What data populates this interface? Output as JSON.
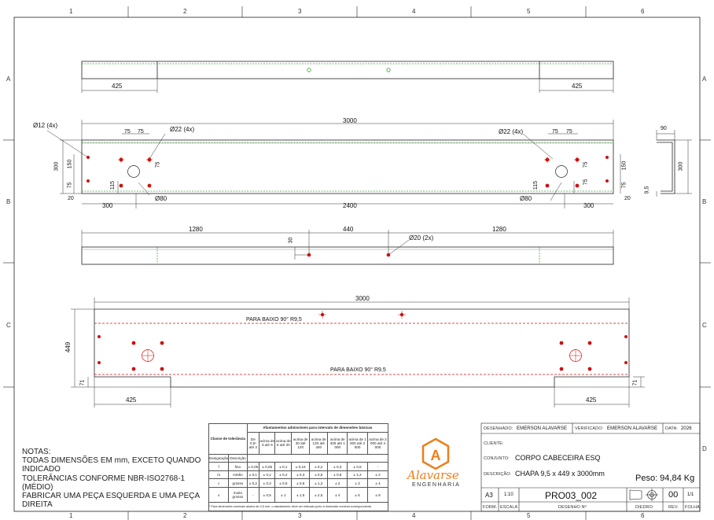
{
  "sheet": {
    "col_markers": [
      "1",
      "2",
      "3",
      "4",
      "5",
      "6"
    ],
    "row_markers": [
      "A",
      "B",
      "C",
      "D"
    ]
  },
  "view_top": {
    "dim_left": "425",
    "dim_right": "425"
  },
  "view_front": {
    "dim_total": "3000",
    "dim_300": "300",
    "dim_150_left": "150",
    "dim_75_a": "75",
    "dim_75_b": "75",
    "dim_75_v1": "75",
    "dim_75_v2": "75",
    "dim_115": "115",
    "dim_20_left": "20",
    "dim_300_bottom_left": "300",
    "dim_2400": "2400",
    "dim_300_bottom_right": "300",
    "dim_20_right": "20",
    "callout_hole12": "Ø12 (4x)",
    "callout_hole22_left": "Ø22 (4x)",
    "callout_hole22_right": "Ø22 (4x)",
    "callout_80_left": "Ø80",
    "callout_80_right": "Ø80",
    "r_dim_75_a": "75",
    "r_dim_75_b": "75",
    "r_dim_75_v1": "75",
    "r_dim_75_v2": "75",
    "r_dim_115": "115",
    "r_dim_150": "150",
    "r_dim_75_v3": "75"
  },
  "view_side": {
    "dim_90": "90",
    "dim_300": "300",
    "dim_9_5": "9,5"
  },
  "view_bottom": {
    "dim_1280_left": "1280",
    "dim_440": "440",
    "dim_1280_right": "1280",
    "dim_30": "30",
    "callout_hole20": "Ø20 (2x)"
  },
  "view_flat": {
    "dim_3000": "3000",
    "dim_449": "449",
    "bend_top": "PARA BAIXO 90° R9,5",
    "bend_bottom": "PARA BAIXO 90° R9,5",
    "dim_71_left": "71",
    "dim_71_right": "71",
    "dim_425_left": "425",
    "dim_425_right": "425"
  },
  "notes": [
    "NOTAS:",
    "TODAS DIMENSÕES EM mm, EXCETO QUANDO INDICADO",
    "TOLERÂNCIAS CONFORME NBR-ISO2768-1 (MÉDIO)",
    "FABRICAR UMA PEÇA ESQUERDA E UMA PEÇA DIREITA"
  ],
  "tolerance_table": {
    "title": "Afastamentos admissíveis  para intervalo de dimensões básicas",
    "class_header": "Classe de tolerância",
    "designation": "Designação",
    "description": "Descrição",
    "range_headers": [
      "De 0,5¹ até 3",
      "acima de 3 até 6",
      "acima de 6 até 30",
      "acima de 30 até 120",
      "acima de 120 até 400",
      "acima de 400 até 1 000",
      "acima de 1 000 até 2 000",
      "acima de 2 000 até 4 000"
    ],
    "rows": [
      {
        "d": "f",
        "desc": "fino",
        "v": [
          "± 0,05",
          "± 0,05",
          "± 0,1",
          "± 0,15",
          "± 0,2",
          "± 0,3",
          "± 0,5",
          "-"
        ]
      },
      {
        "d": "m",
        "desc": "médio",
        "v": [
          "± 0,1",
          "± 0,1",
          "± 0,2",
          "± 0,3",
          "± 0,5",
          "± 0,8",
          "± 1,2",
          "± 2"
        ]
      },
      {
        "d": "c",
        "desc": "grosso",
        "v": [
          "± 0,2",
          "± 0,3",
          "± 0,5",
          "± 0,8",
          "± 1,2",
          "± 2",
          "± 3",
          "± 4"
        ]
      },
      {
        "d": "v",
        "desc": "muito grosso",
        "v": [
          "-",
          "± 0,5",
          "± 1",
          "± 1,5",
          "± 2,5",
          "± 4",
          "± 6",
          "± 8"
        ]
      }
    ],
    "footnote": "¹ Para dimensões nominais abaixo de 0,5 mm, o afastamento deve ser indicado junto à dimensão nominal correspondente."
  },
  "logo": {
    "brand": "Alavarse",
    "sub": "ENGENHARIA",
    "letter": "A",
    "color": "#f07d1a"
  },
  "title_block": {
    "desenhado_label": "DESENHADO:",
    "desenhado": "EMERSON ALAVARSE",
    "verificado_label": "VERIFICADO:",
    "verificado": "EMERSON ALAVARSE",
    "data_label": "DATA:",
    "data": "2026",
    "cliente_label": "CLIENTE:",
    "conjunto_label": "CONJUNTO:",
    "conjunto": "CORPO CABECEIRA ESQ",
    "descricao_label": "DESCRIÇÃO:",
    "descricao": "CHAPA 9,5 x 449 x 3000mm",
    "peso": "Peso: 94,84 Kg",
    "formato": "A3",
    "escala": "1:10",
    "desenho_no": "PRO03_002",
    "rev": "00",
    "folha": "1/1",
    "form_label": "FORM.",
    "escala_label": "ESCALA",
    "desenho_label": "DESENHO Nº",
    "diedro_label": "DIEDRO",
    "rev_label": "REV.",
    "folha_label": "FOLHA"
  },
  "colors": {
    "line": "#222222",
    "hidden": "#3aa33a",
    "hole": "#cc1111",
    "dim": "#333333"
  }
}
